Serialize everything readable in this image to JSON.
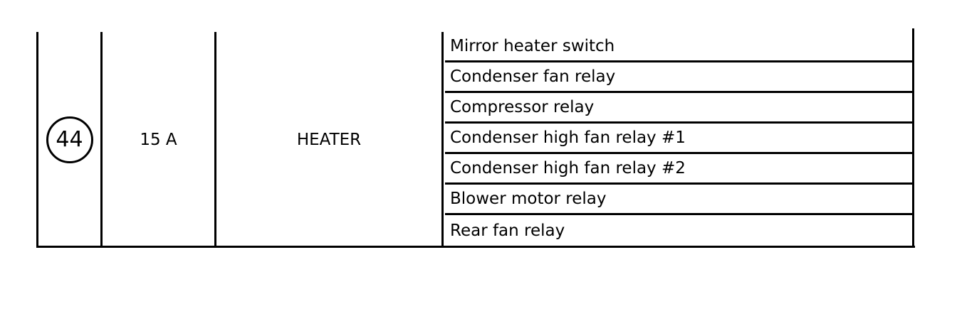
{
  "fuse": {
    "number": "44",
    "rating": "15 A",
    "name": "HEATER"
  },
  "circuits": [
    "Mirror heater switch",
    "Condenser fan relay",
    "Compressor relay",
    "Condenser high fan relay #1",
    "Condenser high fan relay #2",
    "Blower motor relay",
    "Rear fan relay"
  ]
}
